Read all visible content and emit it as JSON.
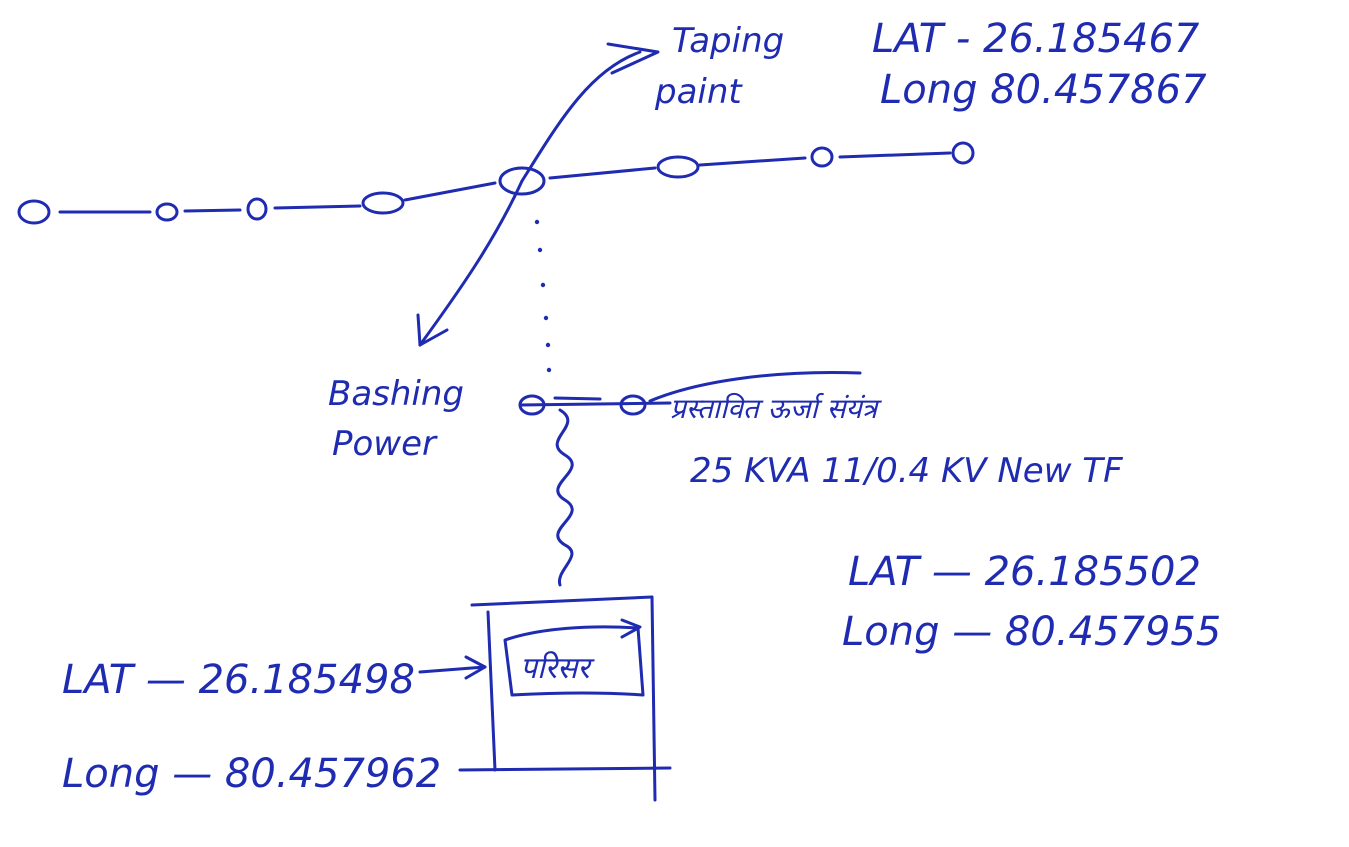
{
  "ink_color": "#1f2bb0",
  "tapping_point": {
    "label_line1": "Taping",
    "label_line2": "paint",
    "lat": "LAT - 26.185467",
    "long": "Long 80.457867"
  },
  "bushing_power": {
    "label_line1": "Bashing",
    "label_line2": "Power"
  },
  "transformer": {
    "line1": "प्रस्तावित ऊर्जा संयंत्र",
    "line2": "25 KVA 11/0.4 KV New TF",
    "lat": "LAT — 26.185502",
    "long": "Long — 80.457955"
  },
  "consumer": {
    "label": "परिसर",
    "lat": "LAT — 26.185498",
    "long": "Long — 80.457962"
  }
}
